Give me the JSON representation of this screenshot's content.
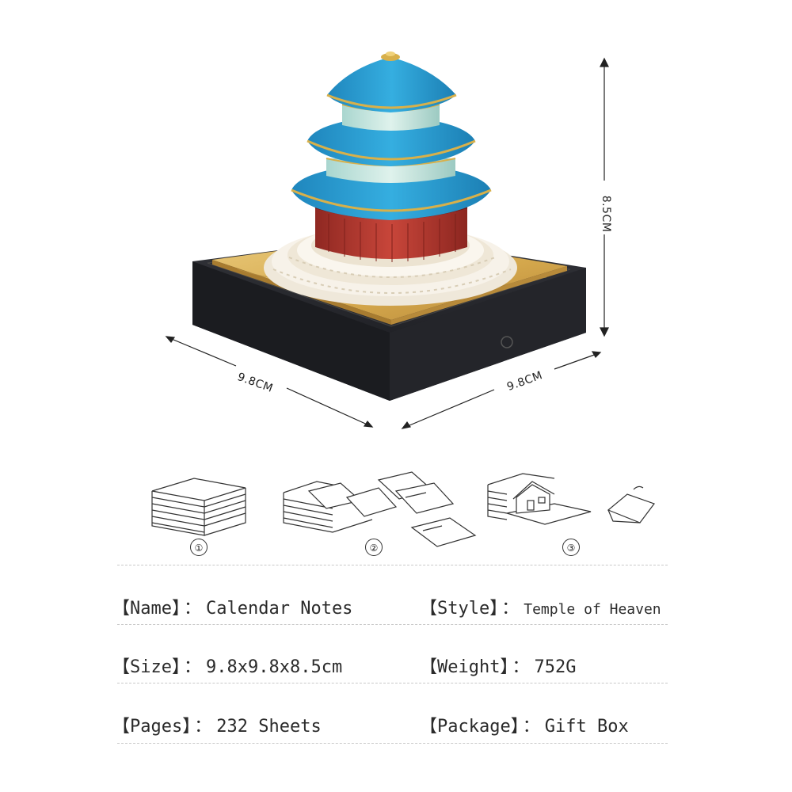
{
  "dimensions": {
    "width": "9.8CM",
    "depth": "9.8CM",
    "height": "8.5CM"
  },
  "steps": [
    "①",
    "②",
    "③"
  ],
  "colors": {
    "roof": "#2e9fd0",
    "wall": "#b83a30",
    "base_gold": "#d9b25c",
    "box_black": "#1e1f24",
    "marble": "#f4efe6"
  },
  "specs": {
    "name": {
      "label": "【Name】",
      "sep": "：",
      "value": "Calendar Notes"
    },
    "style": {
      "label": "【Style】",
      "sep": "：",
      "value": "Temple of Heaven"
    },
    "size": {
      "label": "【Size】",
      "sep": "：",
      "value": "9.8x9.8x8.5cm"
    },
    "weight": {
      "label": "【Weight】",
      "sep": "：",
      "value": "752G"
    },
    "pages": {
      "label": "【Pages】",
      "sep": "：",
      "value": "232 Sheets"
    },
    "package": {
      "label": "【Package】",
      "sep": "：",
      "value": "Gift Box"
    }
  }
}
